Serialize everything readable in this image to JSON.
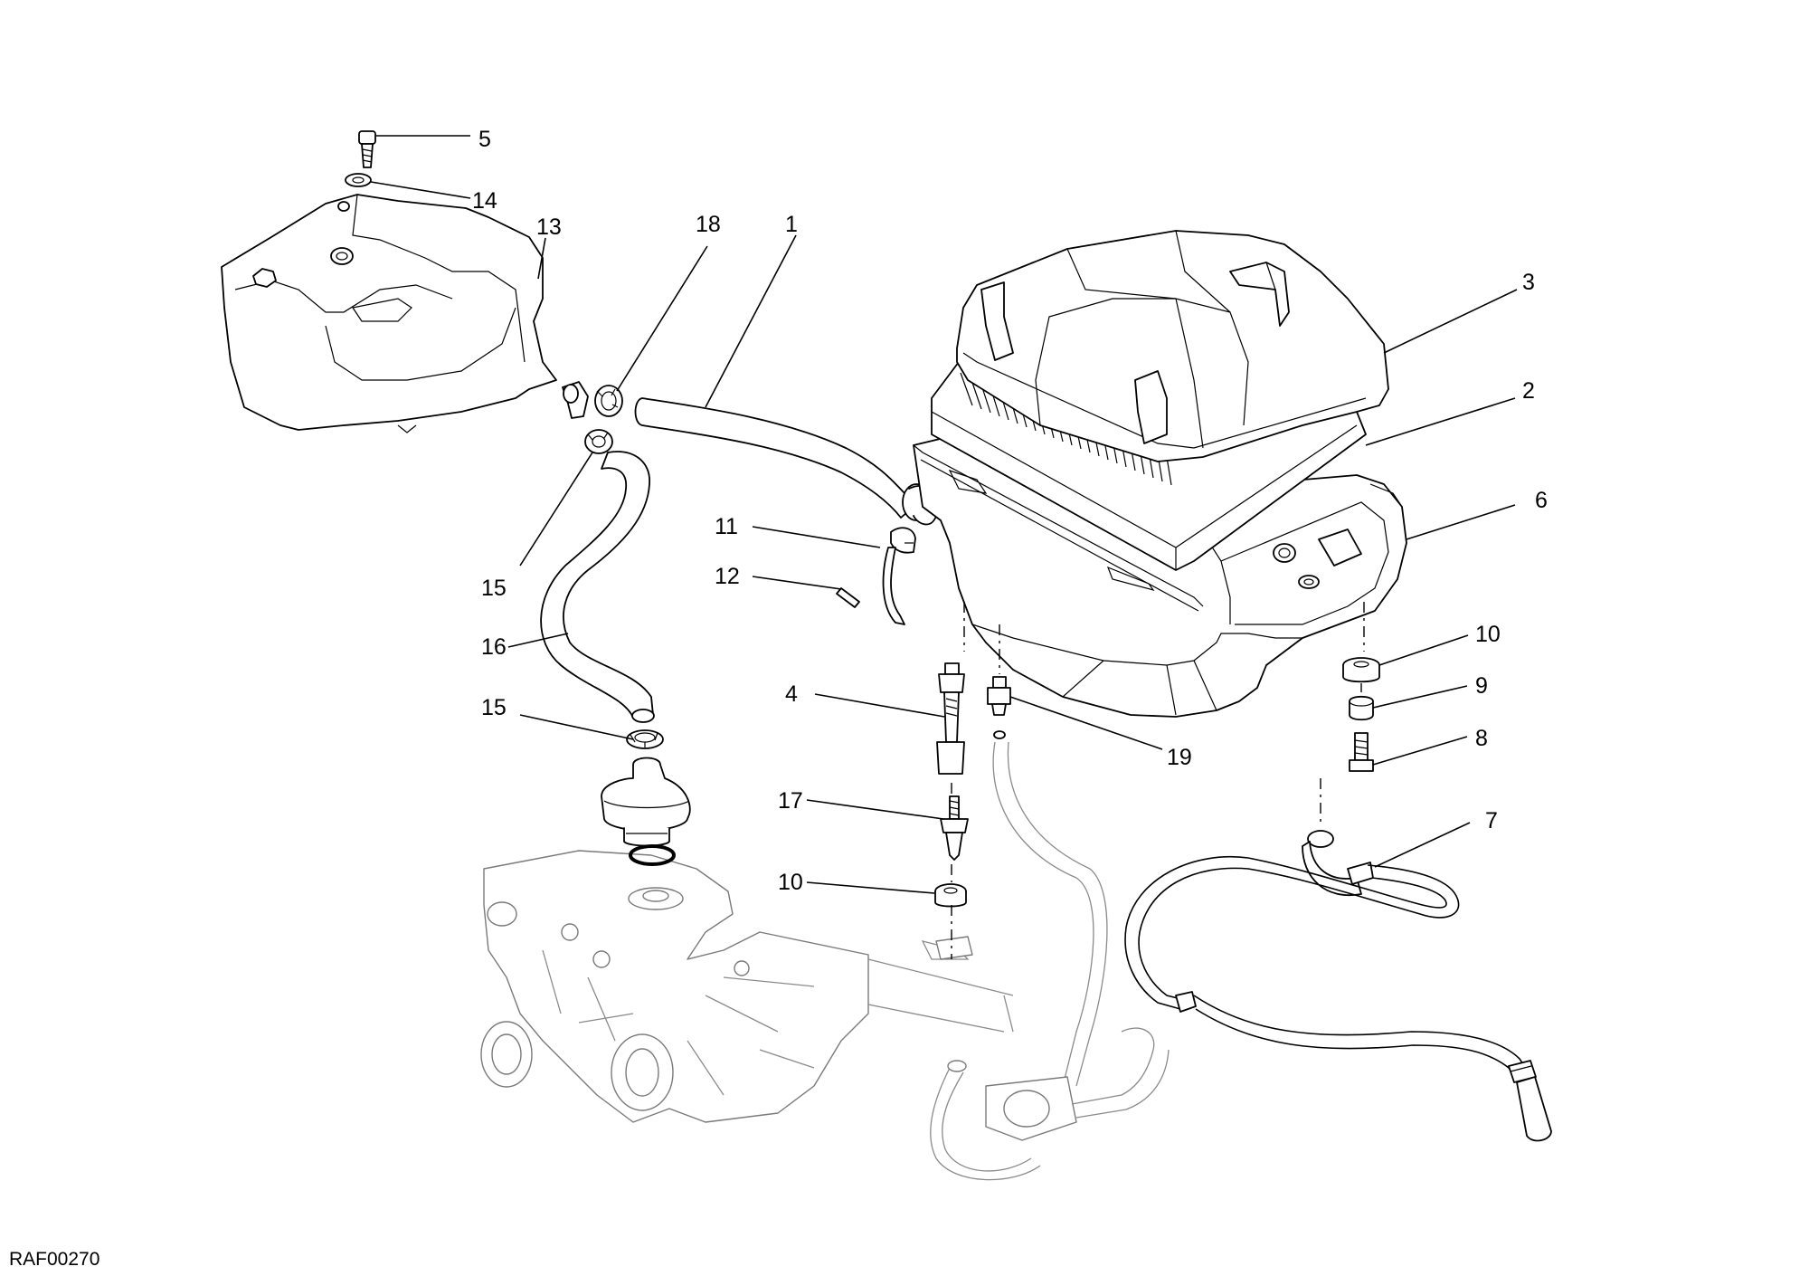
{
  "drawing_code": "RAF00270",
  "callouts": [
    {
      "key": "c5",
      "label": "5"
    },
    {
      "key": "c14",
      "label": "14"
    },
    {
      "key": "c13",
      "label": "13"
    },
    {
      "key": "c18",
      "label": "18"
    },
    {
      "key": "c1",
      "label": "1"
    },
    {
      "key": "c3",
      "label": "3"
    },
    {
      "key": "c2",
      "label": "2"
    },
    {
      "key": "c6",
      "label": "6"
    },
    {
      "key": "c11",
      "label": "11"
    },
    {
      "key": "c12",
      "label": "12"
    },
    {
      "key": "c15a",
      "label": "15"
    },
    {
      "key": "c16",
      "label": "16"
    },
    {
      "key": "c15b",
      "label": "15"
    },
    {
      "key": "c4",
      "label": "4"
    },
    {
      "key": "c19",
      "label": "19"
    },
    {
      "key": "c10a",
      "label": "10"
    },
    {
      "key": "c9",
      "label": "9"
    },
    {
      "key": "c8",
      "label": "8"
    },
    {
      "key": "c17",
      "label": "17"
    },
    {
      "key": "c7",
      "label": "7"
    },
    {
      "key": "c10b",
      "label": "10"
    }
  ]
}
